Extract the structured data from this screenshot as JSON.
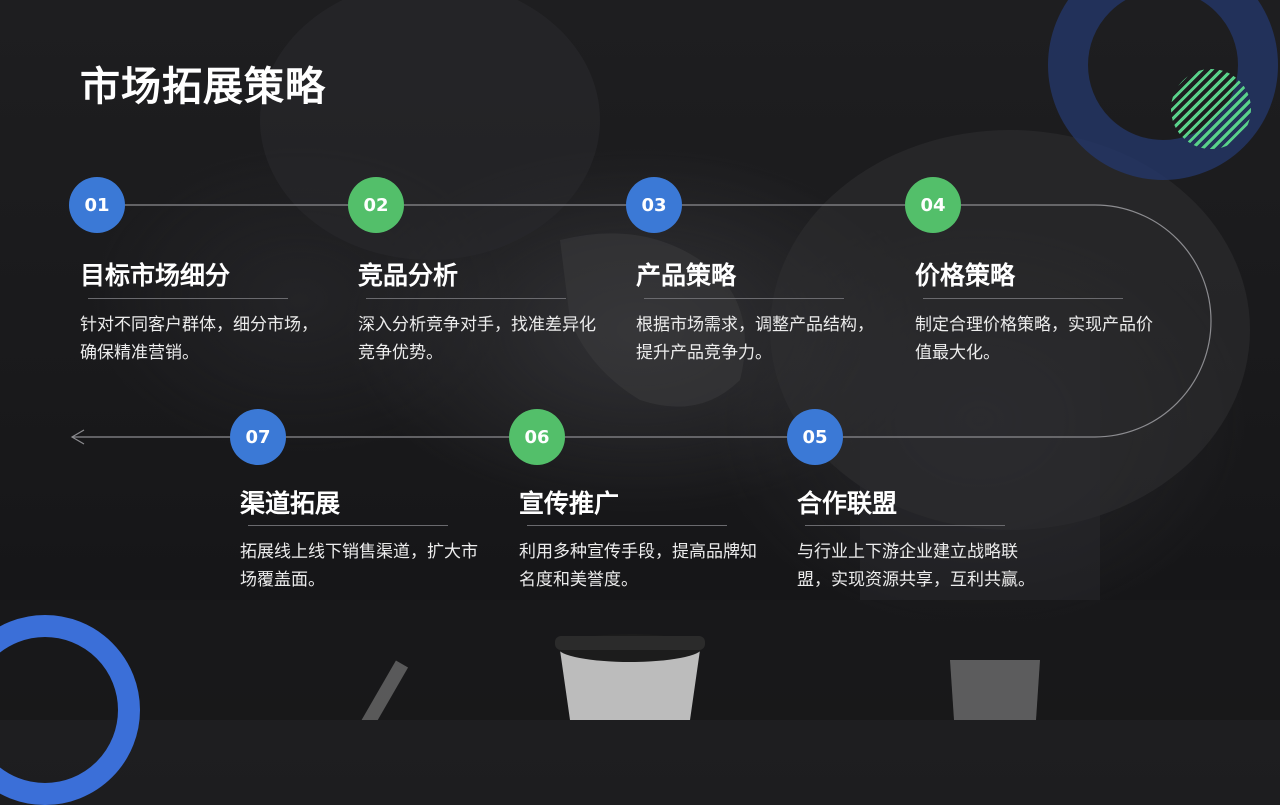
{
  "page": {
    "title": "市场拓展策略"
  },
  "steps": [
    {
      "number": "01",
      "title": "目标市场细分",
      "desc": "针对不同客户群体，细分市场，确保精准营销。"
    },
    {
      "number": "02",
      "title": "竞品分析",
      "desc": "深入分析竞争对手，找准差异化竞争优势。"
    },
    {
      "number": "03",
      "title": "产品策略",
      "desc": "根据市场需求，调整产品结构，提升产品竞争力。"
    },
    {
      "number": "04",
      "title": "价格策略",
      "desc": "制定合理价格策略，实现产品价值最大化。"
    },
    {
      "number": "05",
      "title": "合作联盟",
      "desc": "与行业上下游企业建立战略联盟，实现资源共享，互利共赢。"
    },
    {
      "number": "06",
      "title": "宣传推广",
      "desc": "利用多种宣传手段，提高品牌知名度和美誉度。"
    },
    {
      "number": "07",
      "title": "渠道拓展",
      "desc": "拓展线上线下销售渠道，扩大市场覆盖面。"
    }
  ],
  "colors": {
    "blue": "#3b79d6",
    "green": "#53bf6a"
  }
}
